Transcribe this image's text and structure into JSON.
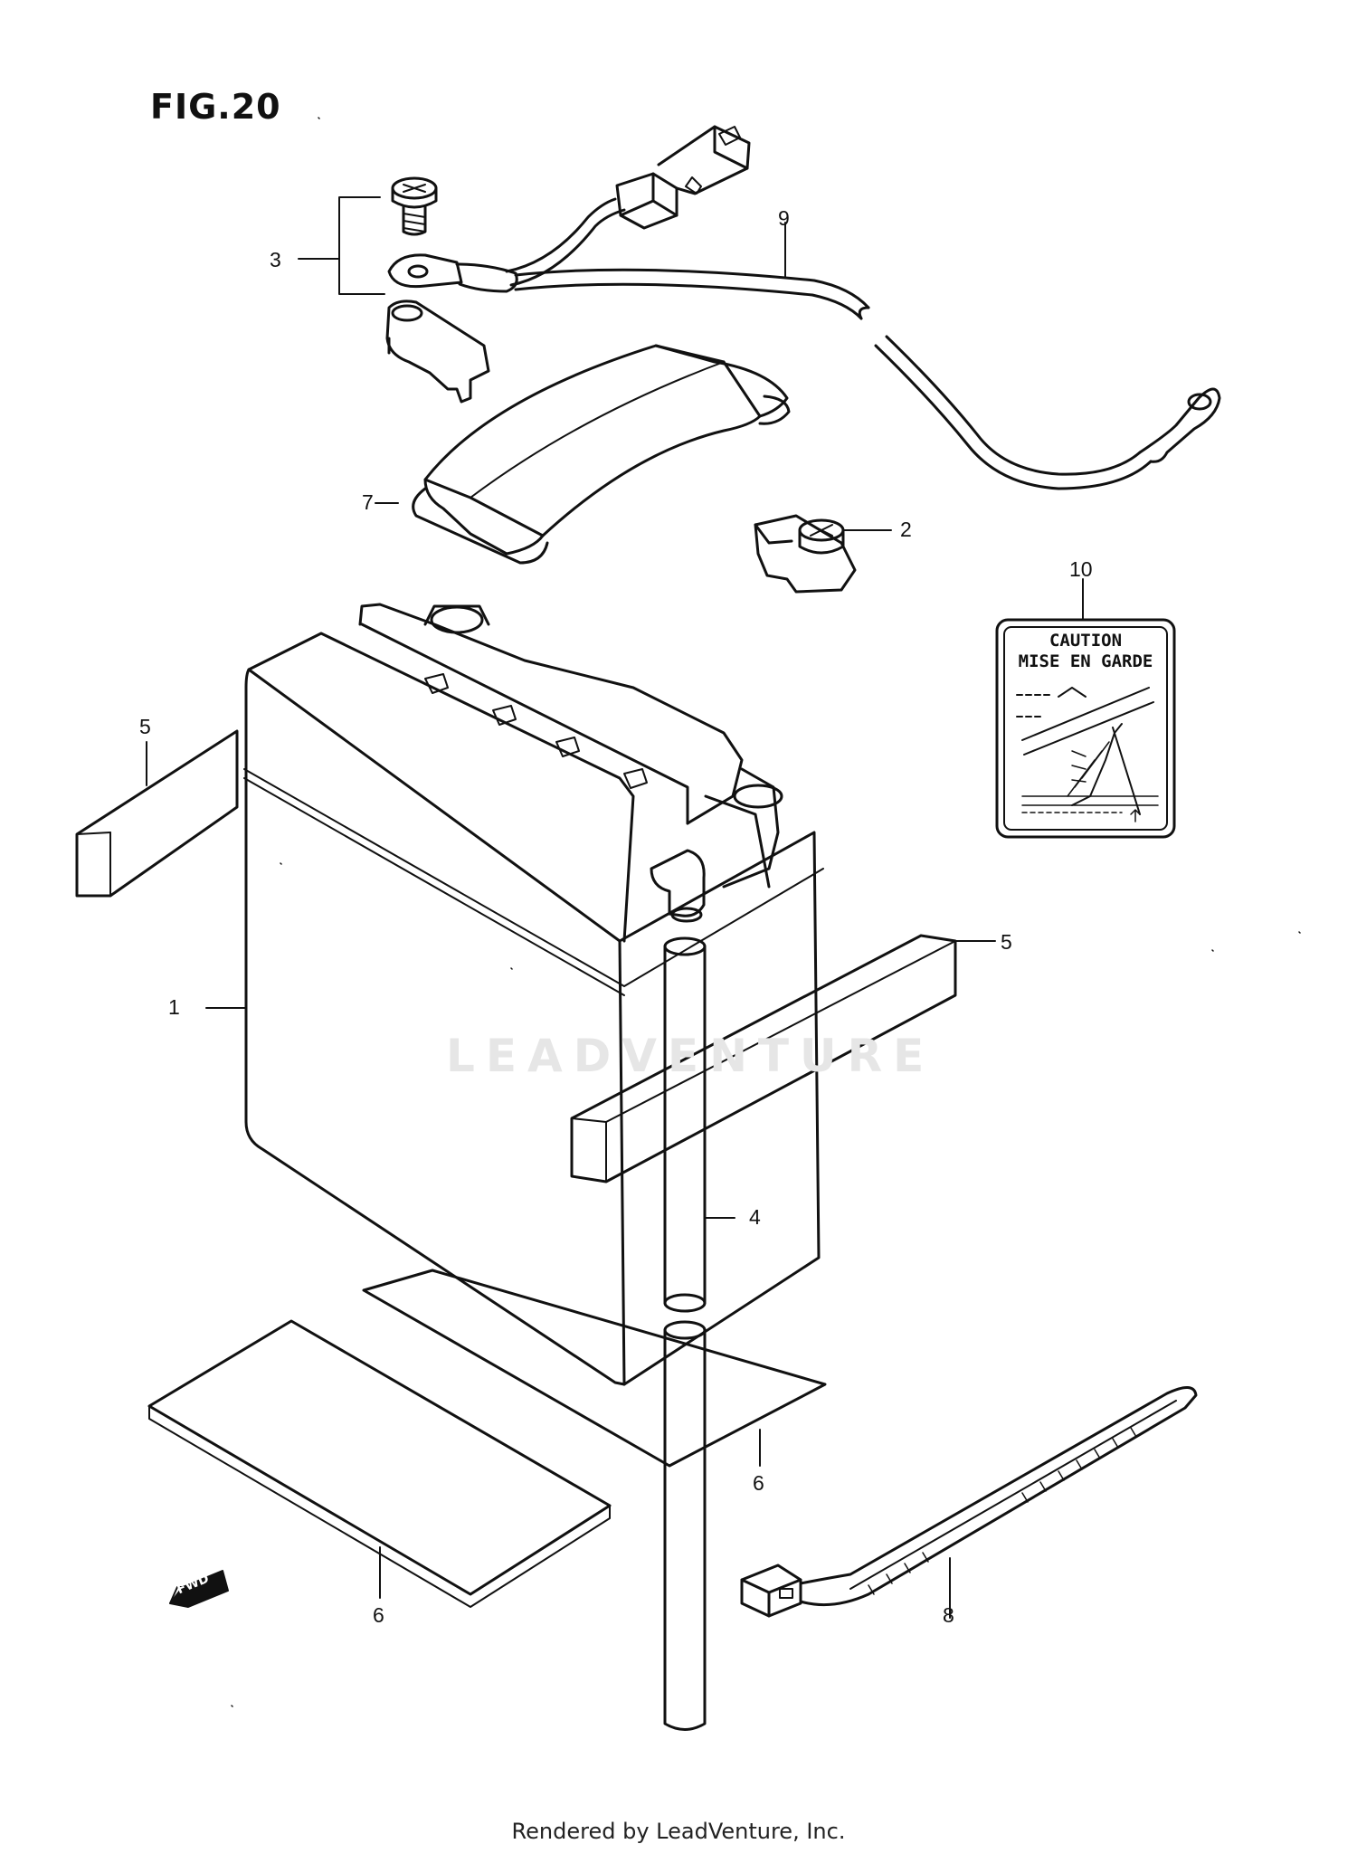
{
  "figure": {
    "title": "FIG.20"
  },
  "watermark": "LEADVENTURE",
  "direction_marker": {
    "text": "FWD",
    "icon": "forward-arrow-icon"
  },
  "callouts": {
    "c1": "1",
    "c2": "2",
    "c3": "3",
    "c4": "4",
    "c5a": "5",
    "c5b": "5",
    "c6a": "6",
    "c6b": "6",
    "c7": "7",
    "c8": "8",
    "c9": "9",
    "c10": "10"
  },
  "caution_label": {
    "line1": "CAUTION",
    "line2": "MISE EN GARDE"
  },
  "footer": "Rendered by LeadVenture, Inc."
}
